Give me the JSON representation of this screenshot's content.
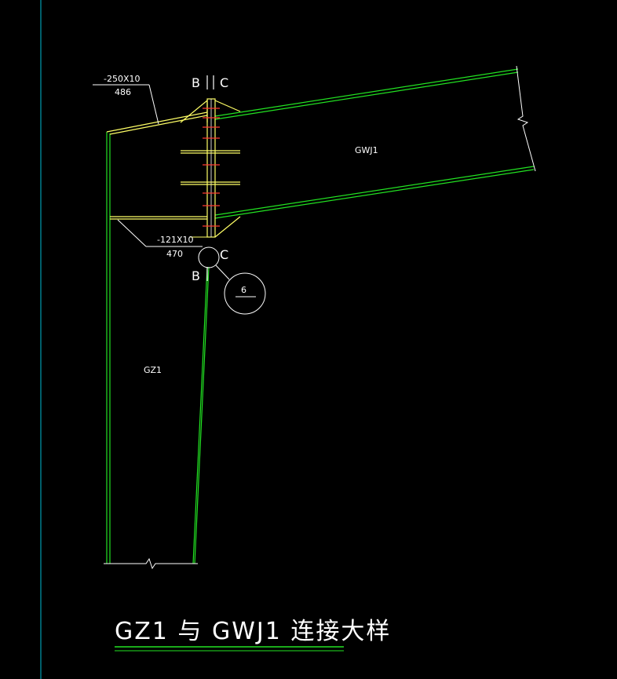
{
  "colors": {
    "background": "#000000",
    "beam": "#22e322",
    "column": "#22e322",
    "plate": "#ffff66",
    "bolt": "#ff3b30",
    "frame": "#00bcd4",
    "text": "#ffffff"
  },
  "labels": {
    "top_plate_dim": "-250X10",
    "top_plate_len": "486",
    "bottom_plate_dim": "-121X10",
    "bottom_plate_len": "470",
    "beam_name": "GWJ1",
    "column_name": "GZ1",
    "section_b_top": "B",
    "section_c_top": "C",
    "section_b_bottom": "B",
    "section_c_bottom": "C",
    "detail_number": "6",
    "title": "GZ1 与 GWJ1 连接大样"
  }
}
